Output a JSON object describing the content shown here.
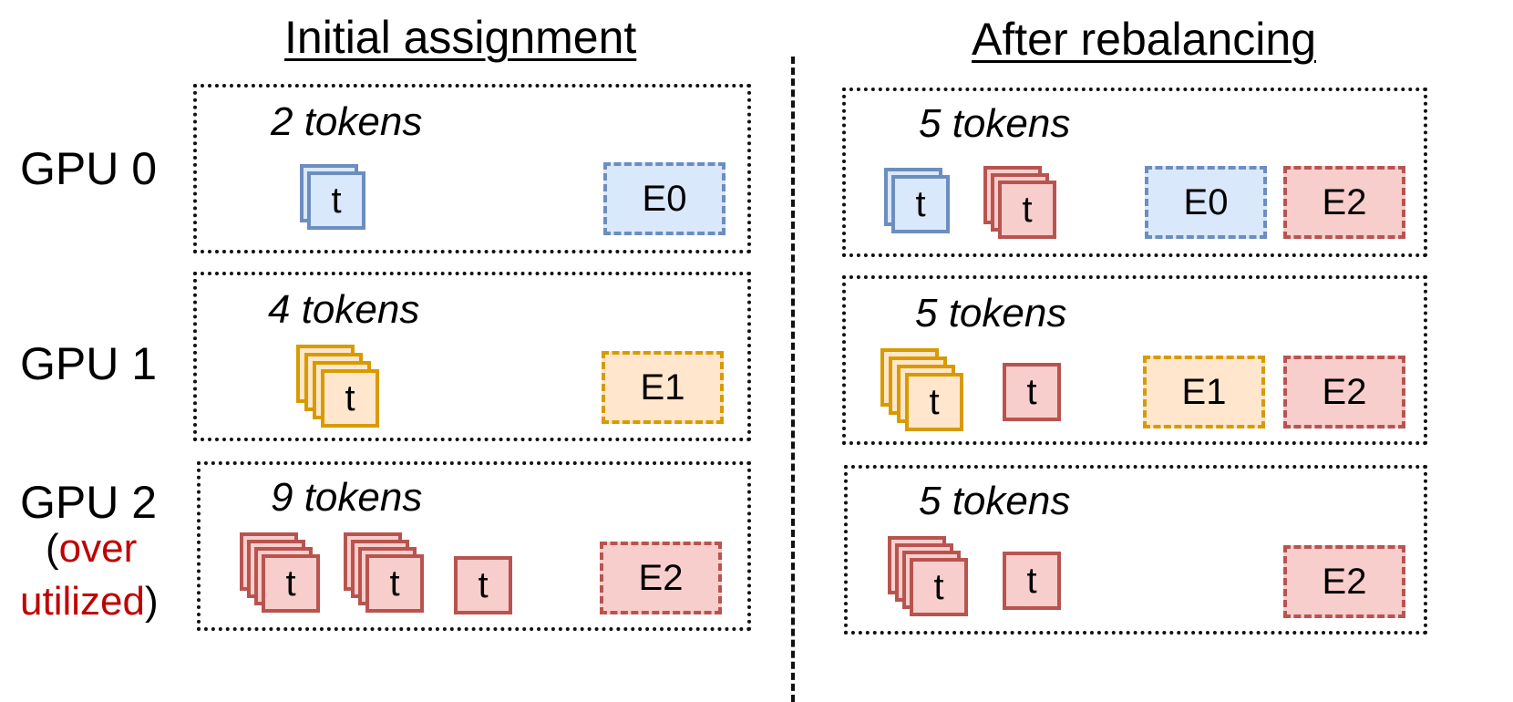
{
  "headings": {
    "left": "Initial assignment",
    "right": "After rebalancing"
  },
  "gpu_labels": {
    "gpu0": "GPU 0",
    "gpu1": "GPU 1",
    "gpu2": "GPU 2",
    "gpu2_note_open": "(",
    "gpu2_note_over": "over",
    "gpu2_note_utilized": "utilized",
    "gpu2_note_close": ")"
  },
  "token_glyph": "t",
  "colors": {
    "blue": {
      "fill": "#dae8fc",
      "stroke": "#6c8ebf"
    },
    "orange": {
      "fill": "#ffe6cc",
      "stroke": "#d79b00"
    },
    "red": {
      "fill": "#f8cecc",
      "stroke": "#b85450"
    },
    "overutilized_text": "#c00000"
  },
  "initial": [
    {
      "gpu": "GPU 0",
      "count_label": "2 tokens",
      "experts": [
        {
          "label": "E0",
          "color": "blue"
        }
      ]
    },
    {
      "gpu": "GPU 1",
      "count_label": "4 tokens",
      "experts": [
        {
          "label": "E1",
          "color": "orange"
        }
      ]
    },
    {
      "gpu": "GPU 2",
      "count_label": "9 tokens",
      "experts": [
        {
          "label": "E2",
          "color": "red"
        }
      ]
    }
  ],
  "rebalanced": [
    {
      "gpu": "GPU 0",
      "count_label": "5 tokens",
      "experts": [
        {
          "label": "E0",
          "color": "blue"
        },
        {
          "label": "E2",
          "color": "red"
        }
      ]
    },
    {
      "gpu": "GPU 1",
      "count_label": "5 tokens",
      "experts": [
        {
          "label": "E1",
          "color": "orange"
        },
        {
          "label": "E2",
          "color": "red"
        }
      ]
    },
    {
      "gpu": "GPU 2",
      "count_label": "5 tokens",
      "experts": [
        {
          "label": "E2",
          "color": "red"
        }
      ]
    }
  ]
}
